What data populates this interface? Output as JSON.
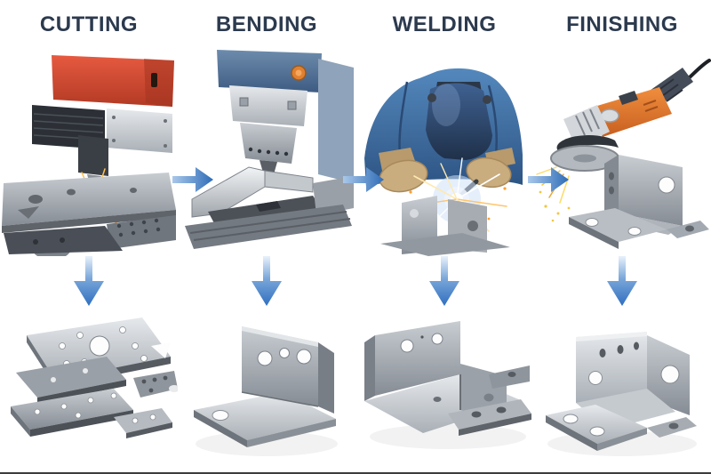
{
  "diagram": {
    "type": "process-flow",
    "stages": [
      {
        "label": "CUTTING",
        "process_icon": "laser-cutting-machine-illustration",
        "result_icon": "cut-flat-metal-plates-illustration"
      },
      {
        "label": "BENDING",
        "process_icon": "press-brake-bending-illustration",
        "result_icon": "bent-metal-bracket-illustration"
      },
      {
        "label": "WELDING",
        "process_icon": "welder-welding-bracket-illustration",
        "result_icon": "welded-bracket-assembly-illustration"
      },
      {
        "label": "FINISHING",
        "process_icon": "angle-grinder-finishing-illustration",
        "result_icon": "finished-metal-bracket-illustration"
      }
    ],
    "flow_arrow_icon": "right-arrow-icon",
    "step_arrow_icon": "down-arrow-icon",
    "flow_arrow_count": 3,
    "step_arrow_count": 4
  },
  "colors": {
    "background": "#ffffff",
    "heading_text": "#2c3a4e",
    "arrow_blue": "#3d7cc9",
    "arrow_blue_light": "#dcebfb",
    "machine_red": "#d0452e",
    "press_blue": "#4a6b96",
    "welder_jacket_blue": "#3c6ea5",
    "helmet_navy": "#2b3c5c",
    "glove_tan": "#c9ad7f",
    "grinder_orange": "#e0782e",
    "steel_gray": "#a8adb3",
    "spark_orange": "#ff9d2e",
    "spark_yellow": "#f2c744"
  }
}
